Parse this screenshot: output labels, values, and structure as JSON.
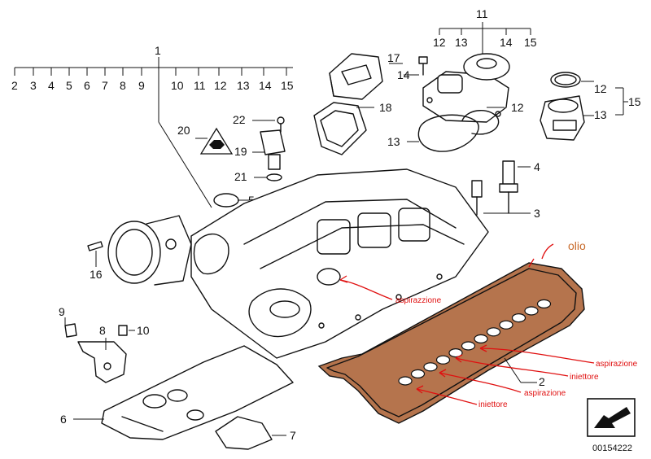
{
  "labels": {
    "top_row_left": [
      "2",
      "3",
      "4",
      "5",
      "6",
      "7",
      "8",
      "9"
    ],
    "top_row_right": [
      "10",
      "11",
      "12",
      "13",
      "14",
      "15"
    ],
    "top_row_parent": "1",
    "cam_parent": "11",
    "cam_row": [
      "12",
      "13",
      "14",
      "15"
    ],
    "p14": "14",
    "p17": "17",
    "p18": "18",
    "p12": "12",
    "p13": "13",
    "right_12": "12",
    "right_13": "13",
    "right_15": "15",
    "p20": "20",
    "p22": "22",
    "p19": "19",
    "p21": "21",
    "p5": "5",
    "p4": "4",
    "p3": "3",
    "p16": "16",
    "p9": "9",
    "p8": "8",
    "p10": "10",
    "p6": "6",
    "p7": "7",
    "p2": "2"
  },
  "annotations": {
    "olio": "olio",
    "aspirazzione": "aspirazzione",
    "aspirazione_1": "aspirazione",
    "iniettore_1": "iniettore",
    "aspirazione_2": "aspirazione",
    "iniettore_2": "iniettore"
  },
  "warning_symbol": "engine-warning-icon",
  "reference_code": "00154222",
  "colors": {
    "gasket_fill": "#b5744d",
    "annotation_red": "#e01010",
    "olio_orange": "#c86a2a"
  }
}
